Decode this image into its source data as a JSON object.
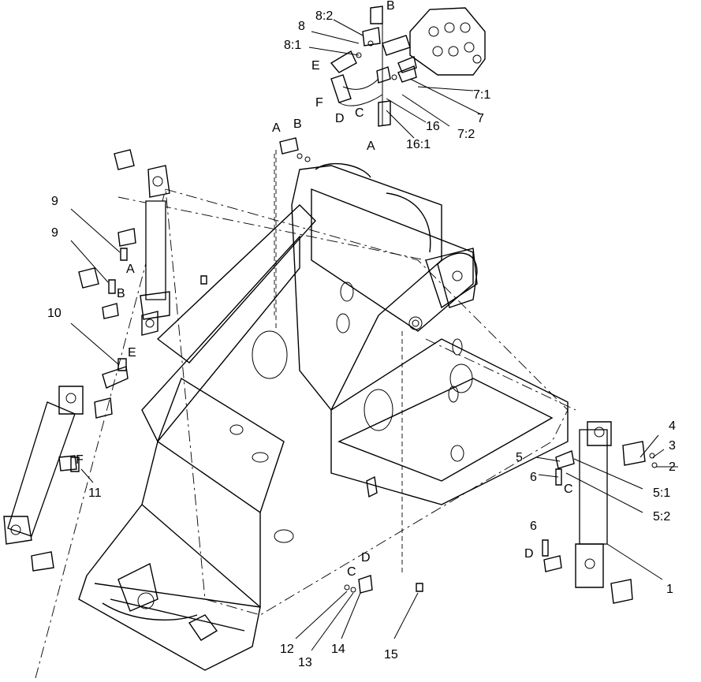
{
  "labels": {
    "top": [
      "8:2",
      "B",
      "8",
      "8:1",
      "E",
      "F",
      "D",
      "C",
      "A",
      "16",
      "16:1",
      "7:2",
      "7",
      "7:1"
    ],
    "center": [
      "A",
      "B"
    ],
    "left_upper": [
      "9",
      "9",
      "A",
      "B"
    ],
    "left_lower": [
      "10",
      "E",
      "F",
      "11"
    ],
    "right": [
      "4",
      "3",
      "2",
      "5",
      "6",
      "C",
      "5:1",
      "5:2",
      "6",
      "D",
      "1"
    ],
    "bottom": [
      "D",
      "C",
      "12",
      "13",
      "14",
      "15"
    ]
  }
}
